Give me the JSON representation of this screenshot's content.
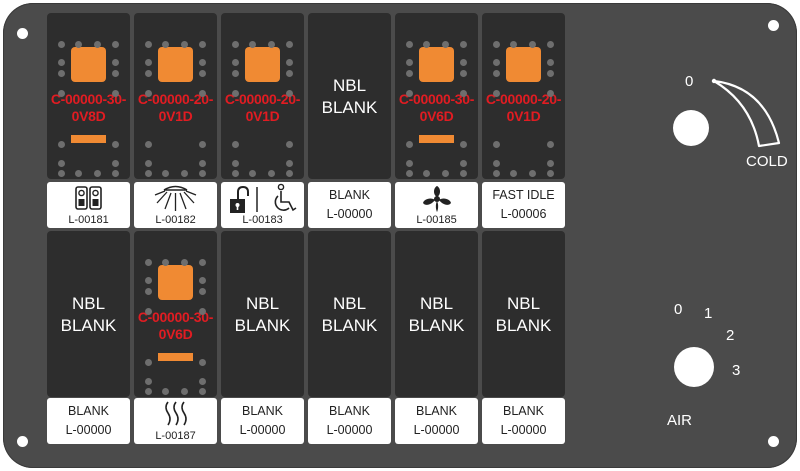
{
  "top_row": {
    "switches": [
      {
        "part": "C-00000-30-\n0V8D"
      },
      {
        "part": "C-00000-20-\n0V1D"
      },
      {
        "part": "C-00000-20-\n0V1D"
      },
      {
        "blank": "NBL\nBLANK"
      },
      {
        "part": "C-00000-30-\n0V6D"
      },
      {
        "part": "C-00000-20-\n0V1D"
      }
    ],
    "labels": [
      {
        "code": "L-00181",
        "icon": "dual-lamp-icon"
      },
      {
        "code": "L-00182",
        "icon": "work-light-icon"
      },
      {
        "code": "L-00183",
        "icon": "lock-accessibility-icon"
      },
      {
        "line1": "BLANK",
        "line2": "L-00000"
      },
      {
        "code": "L-00185",
        "icon": "fan-icon"
      },
      {
        "line1": "FAST IDLE",
        "line2": "L-00006"
      }
    ]
  },
  "bottom_row": {
    "switches": [
      {
        "blank": "NBL\nBLANK"
      },
      {
        "part": "C-00000-30-\n0V6D"
      },
      {
        "blank": "NBL\nBLANK"
      },
      {
        "blank": "NBL\nBLANK"
      },
      {
        "blank": "NBL\nBLANK"
      },
      {
        "blank": "NBL\nBLANK"
      }
    ],
    "labels": [
      {
        "line1": "BLANK",
        "line2": "L-00000"
      },
      {
        "code": "L-00187",
        "icon": "heat-waves-icon"
      },
      {
        "line1": "BLANK",
        "line2": "L-00000"
      },
      {
        "line1": "BLANK",
        "line2": "L-00000"
      },
      {
        "line1": "BLANK",
        "line2": "L-00000"
      },
      {
        "line1": "BLANK",
        "line2": "L-00000"
      }
    ]
  },
  "temp_dial": {
    "zero": "0",
    "label": "COLD"
  },
  "air_dial": {
    "pos0": "0",
    "pos1": "1",
    "pos2": "2",
    "pos3": "3",
    "label": "AIR"
  },
  "colors": {
    "panel": "#4b4b4b",
    "switch": "#2d2d2d",
    "lamp": "#f08a33",
    "part_text": "#e11c22"
  }
}
